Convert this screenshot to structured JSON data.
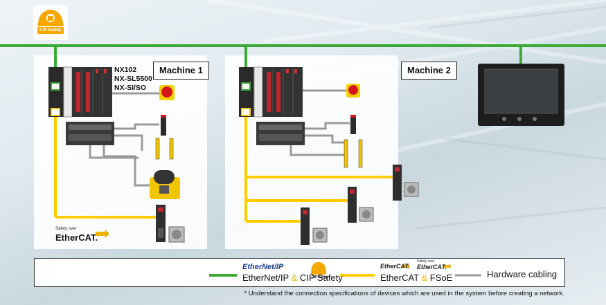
{
  "logo": {
    "text": "CIP Safety",
    "icon": "cip-safety-logo-icon"
  },
  "machine1": {
    "label": "Machine 1",
    "controller": [
      "NX102",
      "NX-SL5500",
      "NX-SI/SO"
    ],
    "fsoe_brand": {
      "small": "Safety over",
      "big": "EtherCAT."
    }
  },
  "machine2": {
    "label": "Machine 2"
  },
  "legend": {
    "ethernet_brand": "EtherNet/IP",
    "cip_brand": "CIP Safety",
    "ethernet_part1": "EtherNet/IP",
    "ethernet_amp": " & ",
    "ethernet_part2": "CIP Safety",
    "ethercat_brand": "EtherCAT.",
    "fsoe_small": "Safety over",
    "fsoe_brand": "EtherCAT.",
    "ethercat_part1": "EtherCAT",
    "ethercat_amp": " & ",
    "ethercat_part2": "FSoE",
    "hardware": "Hardware cabling"
  },
  "colors": {
    "ethernet_line": "#3aaa35",
    "ethercat_line": "#ffcc00",
    "hardware_line": "#9a9a9a"
  },
  "footnote": "* Understand the connection specifications of devices which are used in the system before creating a network."
}
